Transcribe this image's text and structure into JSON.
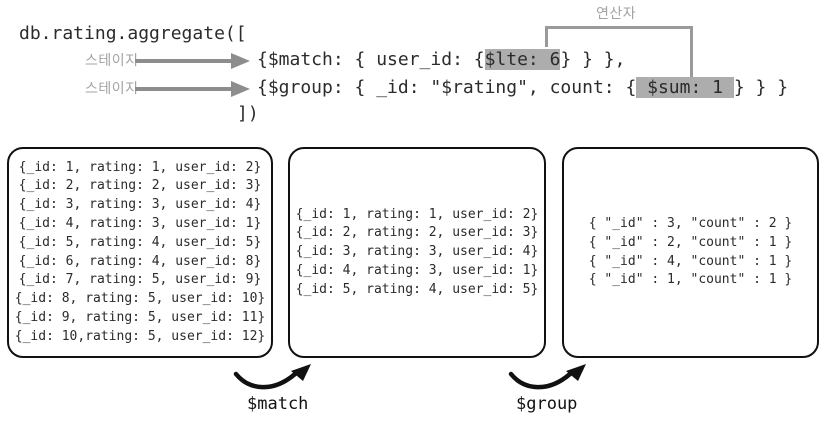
{
  "colors": {
    "code_text": "#2b2b2b",
    "muted_label_gray": "#a3a3a3",
    "stage_arrow_gray": "#8d8d8d",
    "bracket_gray": "#9a9a9a",
    "operator_highlight_bg": "#adadad",
    "box_border_black": "#111111"
  },
  "pipeline": {
    "header": "db.rating.aggregate([",
    "footer": "])",
    "operator_label": "연산자",
    "stages": [
      {
        "label": "스테이지",
        "code_pre": "{$match: { user_id: {",
        "code_op": "$lte: 6",
        "code_post": "} } },"
      },
      {
        "label": "스테이지",
        "code_pre": "{$group: { _id: \"$rating\", count: {",
        "code_op": " $sum: 1 ",
        "code_post": "} } }"
      }
    ]
  },
  "boxes": [
    {
      "name": "input-collection",
      "lines": [
        "{_id: 1, rating: 1, user_id: 2}",
        "{_id: 2, rating: 2, user_id: 3}",
        "{_id: 3, rating: 3, user_id: 4}",
        "{_id: 4, rating: 3, user_id: 1}",
        "{_id: 5, rating: 4, user_id: 5}",
        "{_id: 6, rating: 4, user_id: 8}",
        "{_id: 7, rating: 5, user_id: 9}",
        "{_id: 8, rating: 5, user_id: 10}",
        "{_id: 9, rating: 5, user_id: 11}",
        "{_id: 10,rating: 5, user_id: 12}"
      ]
    },
    {
      "name": "after-match",
      "lines": [
        "{_id: 1, rating: 1, user_id: 2}",
        "{_id: 2, rating: 2, user_id: 3}",
        "{_id: 3, rating: 3, user_id: 4}",
        "{_id: 4, rating: 3, user_id: 1}",
        "{_id: 5, rating: 4, user_id: 5}"
      ]
    },
    {
      "name": "after-group",
      "lines": [
        "{ \"_id\" : 3, \"count\" : 2 }",
        "{ \"_id\" : 2, \"count\" : 1 }",
        "{ \"_id\" : 4, \"count\" : 1 }",
        "{ \"_id\" : 1, \"count\" : 1 }"
      ]
    }
  ],
  "transitions": [
    {
      "label": "$match"
    },
    {
      "label": "$group"
    }
  ]
}
